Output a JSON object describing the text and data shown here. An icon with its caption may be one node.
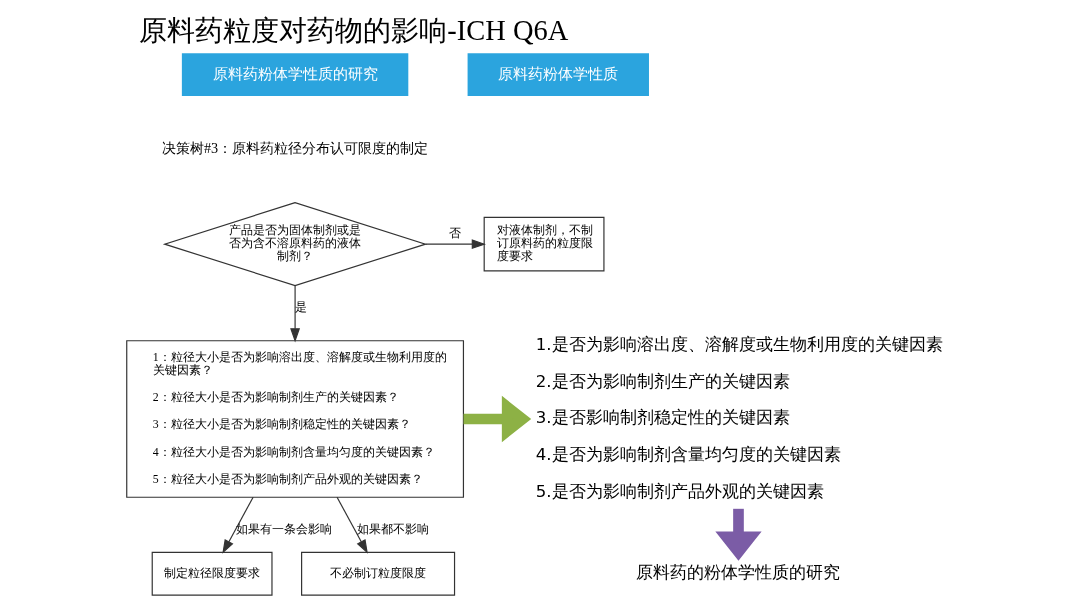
{
  "diagram": {
    "title": "原料药粒度对药物的影响-ICH Q6A",
    "nodes": [
      {
        "text": [
          "产品是否为固体制剂或是否为含不溶原料药的液体制剂？"
        ]
      },
      {
        "text": [
          "对液体制剂，不制订原料药的粒度限度要求"
        ]
      },
      {
        "text": [
          "1：粒径大小是否为影响溶出度、溶解度或生物利用度的关键因素？",
          "2：粒径大小是否为影响制剂生产的关键因素？",
          "3：粒径大小是否为影响制剂稳定性的关键因素？",
          "4：粒径大小是否为影响制剂含量均匀度的关键因素？",
          "5：粒径大小是否为影响制剂产品外观的关键因素？"
        ]
      },
      {
        "text": [
          "制定粒径限度要求"
        ]
      },
      {
        "text": [
          "不必制订粒度限度"
        ]
      },
      {
        "text": [
          "1.是否为影响溶出度、溶解度或生物利用度的关键因素",
          "2.是否为影响制剂生产的关键因素",
          "3.是否影响制剂稳定性的关键因素",
          "4.是否为影响制剂含量均匀度的关键因素",
          "5.是否为影响制剂产品外观的关键因素"
        ]
      },
      {
        "text": [
          "原料药的粉体学性质的研究"
        ]
      }
    ],
    "edges": [
      {
        "from": 0,
        "to": 1,
        "arrow": "to",
        "label": "否"
      },
      {
        "from": 0,
        "to": 2,
        "arrow": "to",
        "label": "是"
      },
      {
        "from": 2,
        "to": 3,
        "arrow": "to",
        "label": "如果有一条会影响"
      },
      {
        "from": 2,
        "to": 4,
        "arrow": "to",
        "label": "如果都不影响"
      },
      {
        "from": 2,
        "to": 5,
        "arrow": "to",
        "style": "thick",
        "color": "#8db145"
      },
      {
        "from": 5,
        "to": 6,
        "arrow": "to",
        "style": "thick",
        "color": "#7b5ca6"
      }
    ],
    "labels": [
      "原料药粉体学性质的研究",
      "原料药粉体学性质",
      "决策树#3：原料药粒径分布认可限度的制定"
    ]
  }
}
